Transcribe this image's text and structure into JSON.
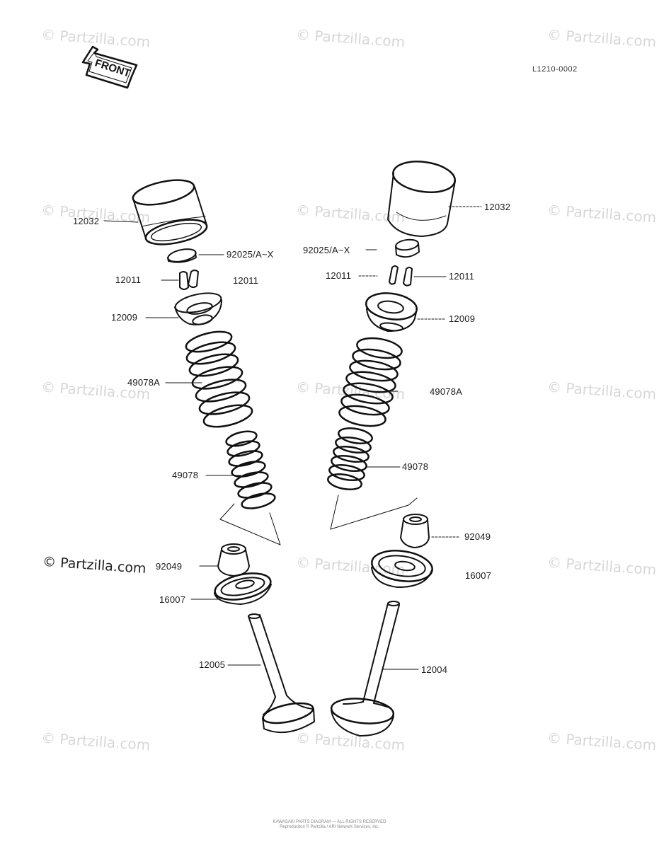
{
  "diagram_code": "L1210-0002",
  "front_label": "FRONT",
  "watermark_text": "© Partzilla.com",
  "watermark_main": "© Partzilla.com",
  "labels": {
    "left_tappet": "12032",
    "left_shim": "92025/A~X",
    "left_keeper_a": "12011",
    "left_keeper_b": "12011",
    "left_retainer": "12009",
    "left_outer_spring": "49078A",
    "left_inner_spring": "49078",
    "left_seat": "92049",
    "left_spring_seat": "16007",
    "left_valve": "12005",
    "right_tappet": "12032",
    "right_shim": "92025/A~X",
    "right_keeper_a": "12011",
    "right_keeper_b": "12011",
    "right_retainer": "12009",
    "right_outer_spring": "49078A",
    "right_inner_spring": "49078",
    "right_seat": "92049",
    "right_spring_seat": "16007",
    "right_valve": "12004"
  },
  "footer": {
    "line1": "KAWASAKI PARTS DIAGRAM — ALL RIGHTS RESERVED",
    "line2": "Reproduction © Partzilla / ARI Network Services, Inc."
  }
}
